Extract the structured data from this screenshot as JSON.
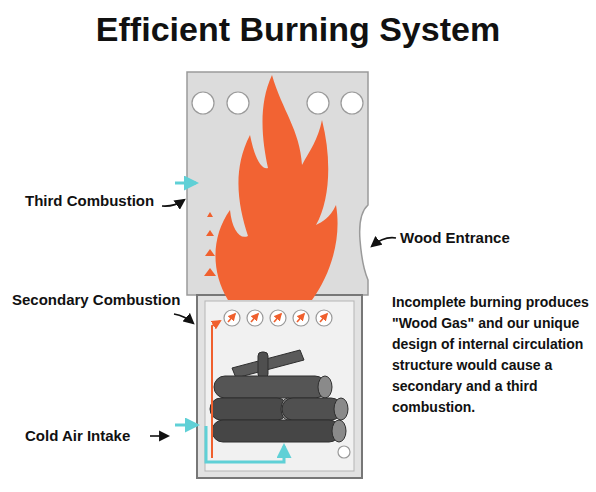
{
  "diagram": {
    "title": "Efficient Burning System",
    "labels": [
      "Third Combustion",
      "Wood Entrance",
      "Secondary Combustion",
      "Cold Air Intake",
      "Incomplete burning produces \"Wood Gas\" and our unique design of internal circulation structure would cause a secondary and a third combustion."
    ]
  }
}
